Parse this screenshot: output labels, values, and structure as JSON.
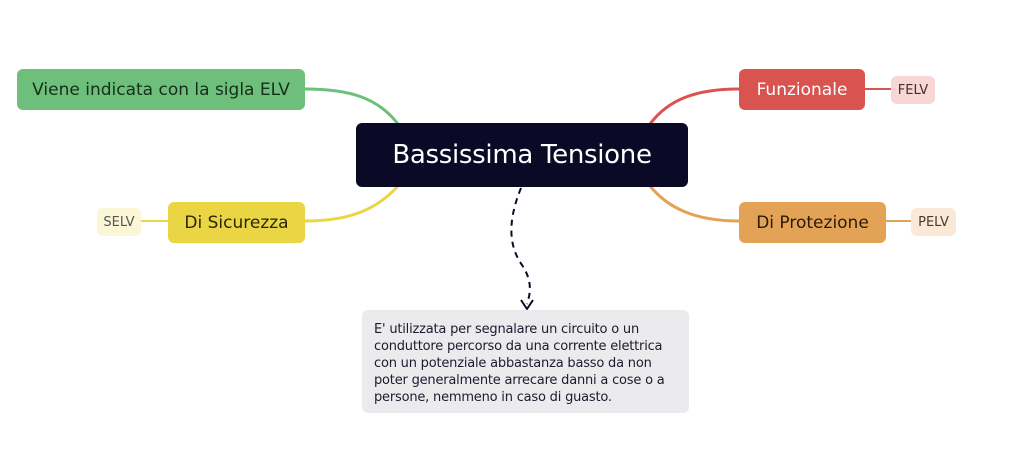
{
  "mindmap": {
    "central_topic": "Bassissima Tensione",
    "branches": [
      {
        "label": "Viene indicata con la sigla ELV",
        "color": "#6dbf7b"
      },
      {
        "label": "Di Sicurezza",
        "color": "#ead644",
        "child": "SELV"
      },
      {
        "label": "Funzionale",
        "color": "#d9534f",
        "child": "FELV"
      },
      {
        "label": "Di Protezione",
        "color": "#e3a356",
        "child": "PELV"
      }
    ],
    "note": {
      "text": "E' utilizzata per segnalare un circuito o un conduttore percorso da una corrente elettrica con un potenziale abbastanza basso da non poter generalmente arrecare danni a cose o a persone, nemmeno in caso di guasto."
    },
    "colors": {
      "central_background": "#0b0a26",
      "note_background": "#ebeaed",
      "note_connector": "#0b0a26"
    }
  }
}
